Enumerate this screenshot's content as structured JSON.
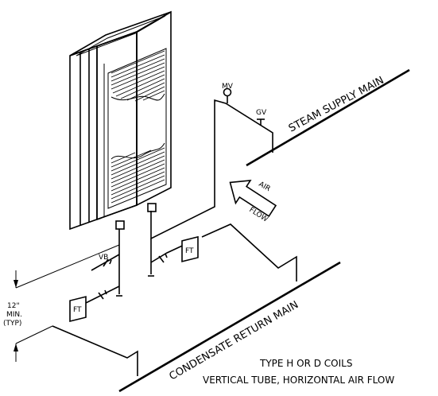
{
  "labels": {
    "mv": "MV",
    "gv": "GV",
    "vb": "VB",
    "ft_upper": "FT",
    "ft_lower": "FT",
    "air": "AIR",
    "flow": "FLOW",
    "steam_supply_main": "STEAM SUPPLY MAIN",
    "condensate_return_main": "CONDENSATE RETURN MAIN",
    "dim_line1": "12\"",
    "dim_line2": "MIN.",
    "dim_line3": "(TYP)",
    "caption_line1": "TYPE H OR D COILS",
    "caption_line2": "VERTICAL TUBE, HORIZONTAL AIR FLOW"
  },
  "colors": {
    "line": "#000000",
    "background": "#ffffff"
  }
}
